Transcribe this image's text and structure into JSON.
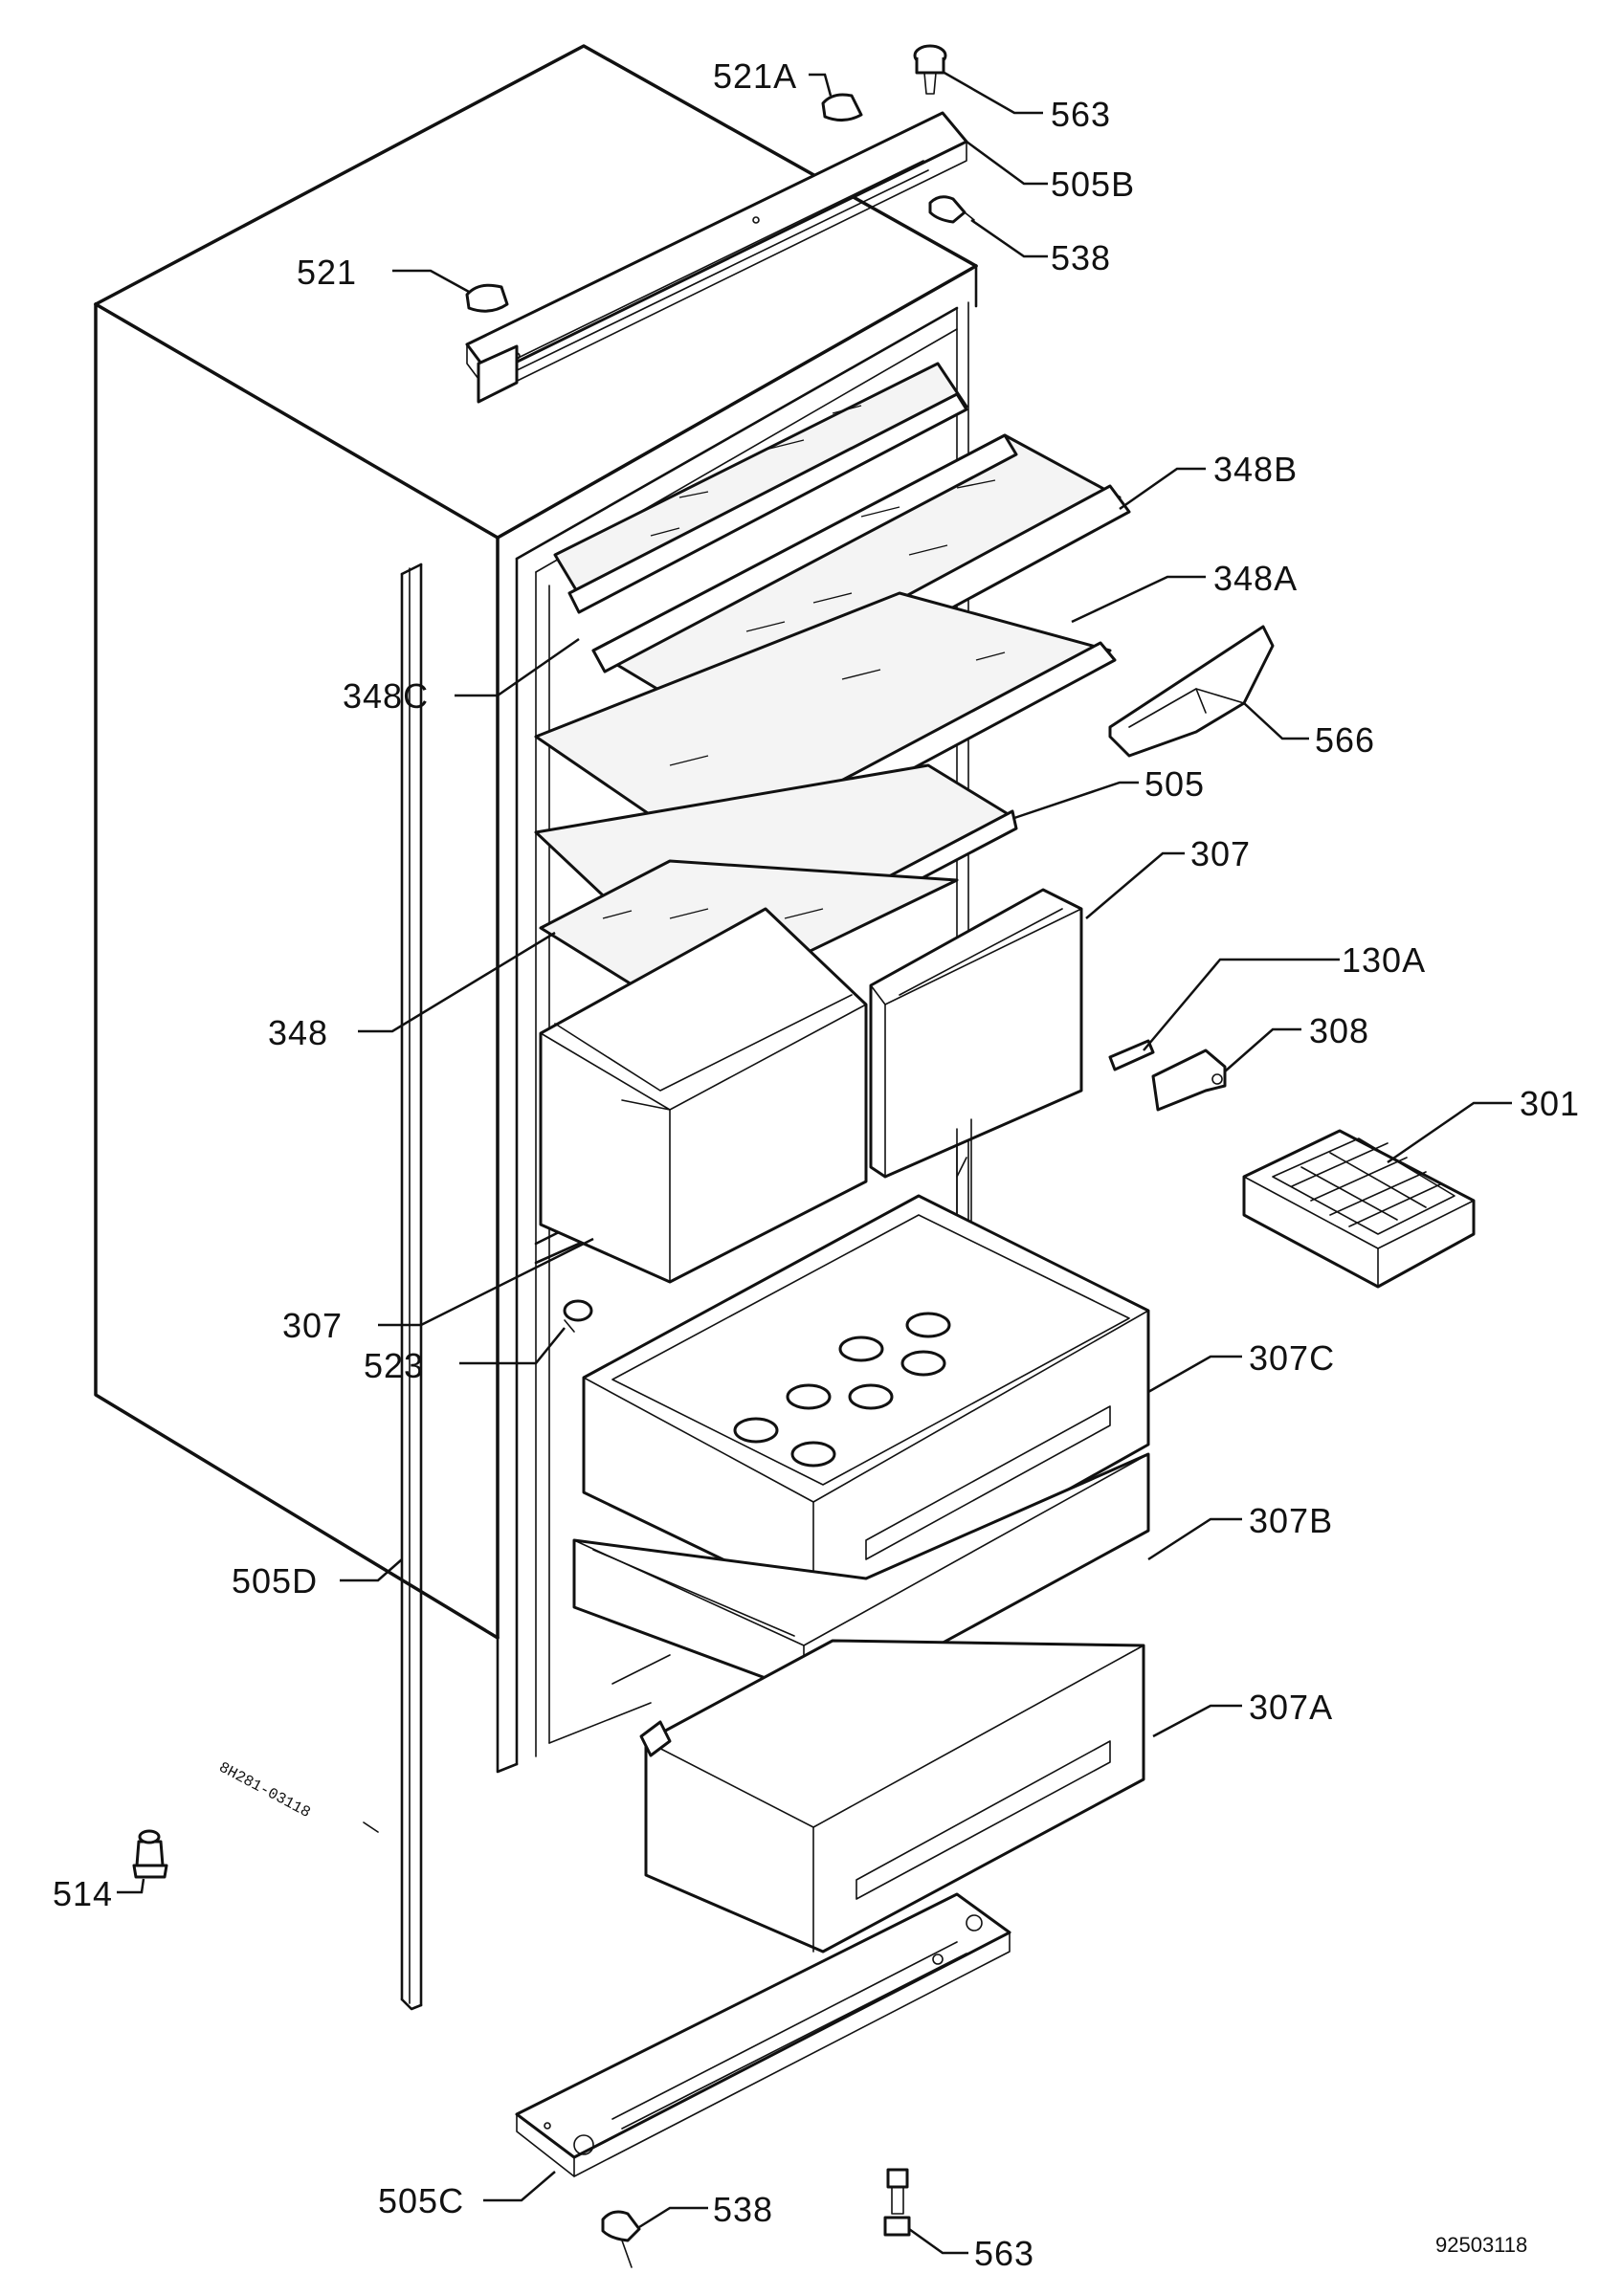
{
  "drawing_code": "92503118",
  "side_mark": "8H281-03118",
  "callouts": [
    {
      "id": "c521a",
      "text": "521A"
    },
    {
      "id": "c563t",
      "text": "563"
    },
    {
      "id": "c505b",
      "text": "505B"
    },
    {
      "id": "c538t",
      "text": "538"
    },
    {
      "id": "c521",
      "text": "521"
    },
    {
      "id": "c348b",
      "text": "348B"
    },
    {
      "id": "c348a",
      "text": "348A"
    },
    {
      "id": "c348c",
      "text": "348C"
    },
    {
      "id": "c566",
      "text": "566"
    },
    {
      "id": "c505",
      "text": "505"
    },
    {
      "id": "c307t",
      "text": "307"
    },
    {
      "id": "c130a",
      "text": "130A"
    },
    {
      "id": "c308",
      "text": "308"
    },
    {
      "id": "c348",
      "text": "348"
    },
    {
      "id": "c301",
      "text": "301"
    },
    {
      "id": "c307l",
      "text": "307"
    },
    {
      "id": "c523",
      "text": "523"
    },
    {
      "id": "c307c",
      "text": "307C"
    },
    {
      "id": "c307b",
      "text": "307B"
    },
    {
      "id": "c505d",
      "text": "505D"
    },
    {
      "id": "c307a",
      "text": "307A"
    },
    {
      "id": "c514",
      "text": "514"
    },
    {
      "id": "c505c",
      "text": "505C"
    },
    {
      "id": "c538b",
      "text": "538"
    },
    {
      "id": "c563b",
      "text": "563"
    }
  ]
}
